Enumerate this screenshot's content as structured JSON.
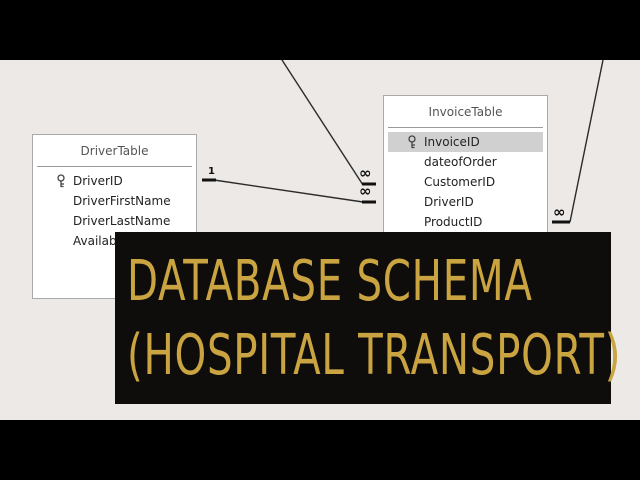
{
  "tables": {
    "driver": {
      "title": "DriverTable",
      "fields": [
        {
          "name": "DriverID",
          "key": true
        },
        {
          "name": "DriverFirstName",
          "key": false
        },
        {
          "name": "DriverLastName",
          "key": false
        },
        {
          "name": "Availab",
          "key": false
        }
      ]
    },
    "invoice": {
      "title": "InvoiceTable",
      "fields": [
        {
          "name": "InvoiceID",
          "key": true,
          "selected": true
        },
        {
          "name": "dateofOrder",
          "key": false
        },
        {
          "name": "CustomerID",
          "key": false
        },
        {
          "name": "DriverID",
          "key": false
        },
        {
          "name": "ProductID",
          "key": false
        }
      ]
    }
  },
  "relationships": [
    {
      "from": "DriverTable.DriverID",
      "to": "InvoiceTable.DriverID",
      "from_cardinality": "1",
      "to_cardinality": "∞"
    },
    {
      "from": "",
      "to": "InvoiceTable.CustomerID",
      "from_cardinality": "",
      "to_cardinality": "∞"
    },
    {
      "from": "",
      "to": "InvoiceTable.ProductID",
      "from_cardinality": "",
      "to_cardinality": "∞"
    }
  ],
  "banner": {
    "line1": "DATABASE SCHEMA",
    "line2": "(HOSPITAL TRANSPORT)"
  },
  "colors": {
    "letterbox": "#000000",
    "canvas": "#ece9e6",
    "banner_background": "#0e0d0b",
    "banner_text": "#c9a441",
    "selected_field": "#d0d0d0"
  }
}
